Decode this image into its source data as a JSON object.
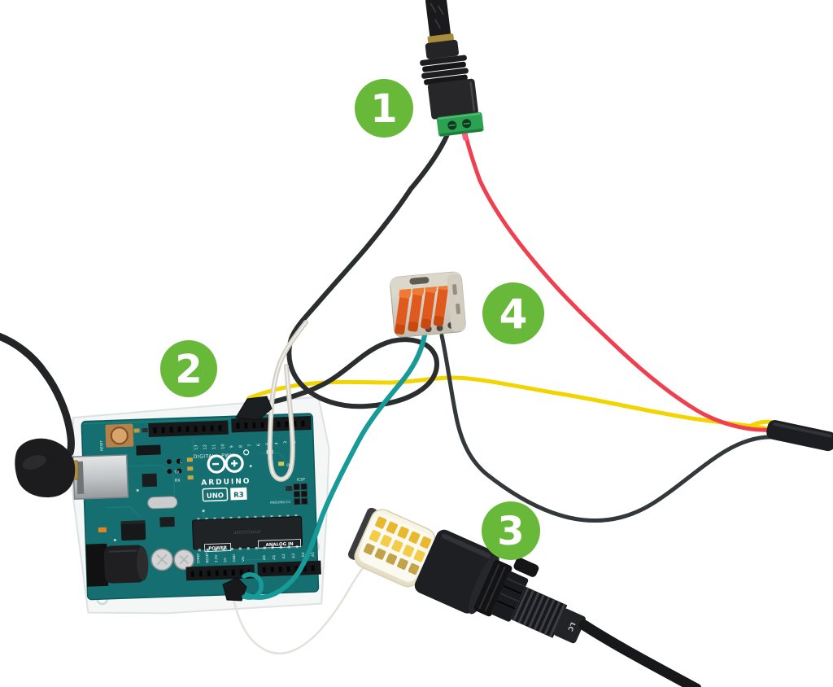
{
  "scene": {
    "background": "#ffffff",
    "badge_color": "#68b93a",
    "badge_text_color": "#ffffff"
  },
  "badges": [
    {
      "label": "1"
    },
    {
      "label": "2"
    },
    {
      "label": "3"
    },
    {
      "label": "4"
    }
  ],
  "components": {
    "dc_jack_adapter": {
      "callout": "1",
      "kind": "dc-barrel-jack-screw-terminal-adapter",
      "terminal_color": "#2ca152",
      "wires": [
        "black",
        "red"
      ]
    },
    "arduino_uno": {
      "callout": "2",
      "kind": "arduino-uno-r3-board",
      "brand": "ARDUINO",
      "model": "UNO",
      "revision": "R3",
      "pcb_color": "#156f70",
      "silkscreen": {
        "digital_header": "DIGITAL - PWM~",
        "power_header": "POWER",
        "analog_header": "ANALOG IN",
        "on_led": "ON",
        "icsp": "ICSP",
        "tx": "TX",
        "rx": "RX",
        "led_l": "L",
        "reset": "RESET",
        "site": "ARDUINO.CC",
        "chip": "ATMEGA328P"
      },
      "digital_pins": [
        "13",
        "12",
        "11",
        "10",
        "9",
        "8",
        "7",
        "6",
        "5",
        "4",
        "3",
        "2"
      ],
      "power_pins": [
        "IOREF",
        "RESET",
        "3.3V",
        "5V",
        "GND",
        "Vin"
      ],
      "analog_pins": [
        "A0",
        "A1",
        "A2",
        "A3",
        "A4",
        "A5"
      ]
    },
    "led_bulb": {
      "callout": "3",
      "kind": "led-bulb-in-cable-gland-socket",
      "marking": "LC",
      "led_color": "#f0c23c"
    },
    "lever_connector": {
      "callout": "4",
      "kind": "four-way-lever-wire-connector",
      "lever_color": "#e05a1e",
      "body_color": "#d6d2c6"
    }
  },
  "wires": {
    "black": "#2b2e2f",
    "red": "#ef4050",
    "yellow": "#f2d400",
    "teal": "#179a98",
    "white": "#d3cfc6",
    "dark_return": "#33383a"
  }
}
